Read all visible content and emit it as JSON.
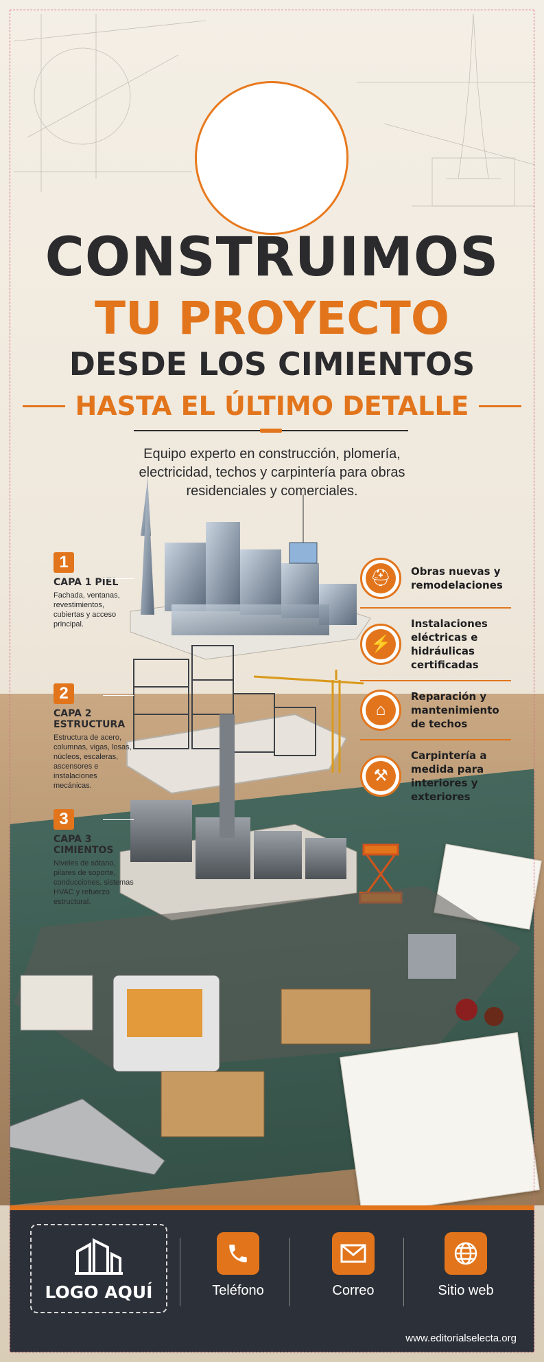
{
  "headline": {
    "line1": "CONSTRUIMOS",
    "line2": "TU PROYECTO",
    "line3": "DESDE LOS CIMIENTOS",
    "line4": "HASTA EL ÚLTIMO DETALLE"
  },
  "intro": "Equipo experto en construcción, plomería, electricidad, techos y carpintería para obras residenciales y comerciales.",
  "layers": [
    {
      "number": "1",
      "name": "CAPA 1 PIEL",
      "desc": "Fachada, ventanas, revestimientos, cubiertas y acceso principal."
    },
    {
      "number": "2",
      "name": "CAPA 2 ESTRUCTURA",
      "desc": "Estructura de acero, columnas, vigas, losas, núcleos, escaleras, ascensores e instalaciones mecánicas."
    },
    {
      "number": "3",
      "name": "CAPA 3 CIMIENTOS",
      "desc": "Niveles de sótano, pilares de soporte, conducciones, sistemas HVAC y refuerzo estructural."
    }
  ],
  "services": [
    {
      "icon": "hard-hat-icon",
      "label": "Obras nuevas y remodelaciones"
    },
    {
      "icon": "water-bolt-icon",
      "label": "Instalaciones eléctricas e hidráulicas certificadas"
    },
    {
      "icon": "house-roof-icon",
      "label": "Reparación y mantenimiento de techos"
    },
    {
      "icon": "saw-table-icon",
      "label": "Carpintería a medida para interiores y exteriores"
    }
  ],
  "footer": {
    "logo": "LOGO AQUÍ",
    "phone": "Teléfono",
    "email": "Correo",
    "web": "Sitio web",
    "site_url": "www.editorialselecta.org"
  },
  "colors": {
    "accent": "#e2751c",
    "dark": "#2c3038",
    "text": "#2b2b2e"
  }
}
